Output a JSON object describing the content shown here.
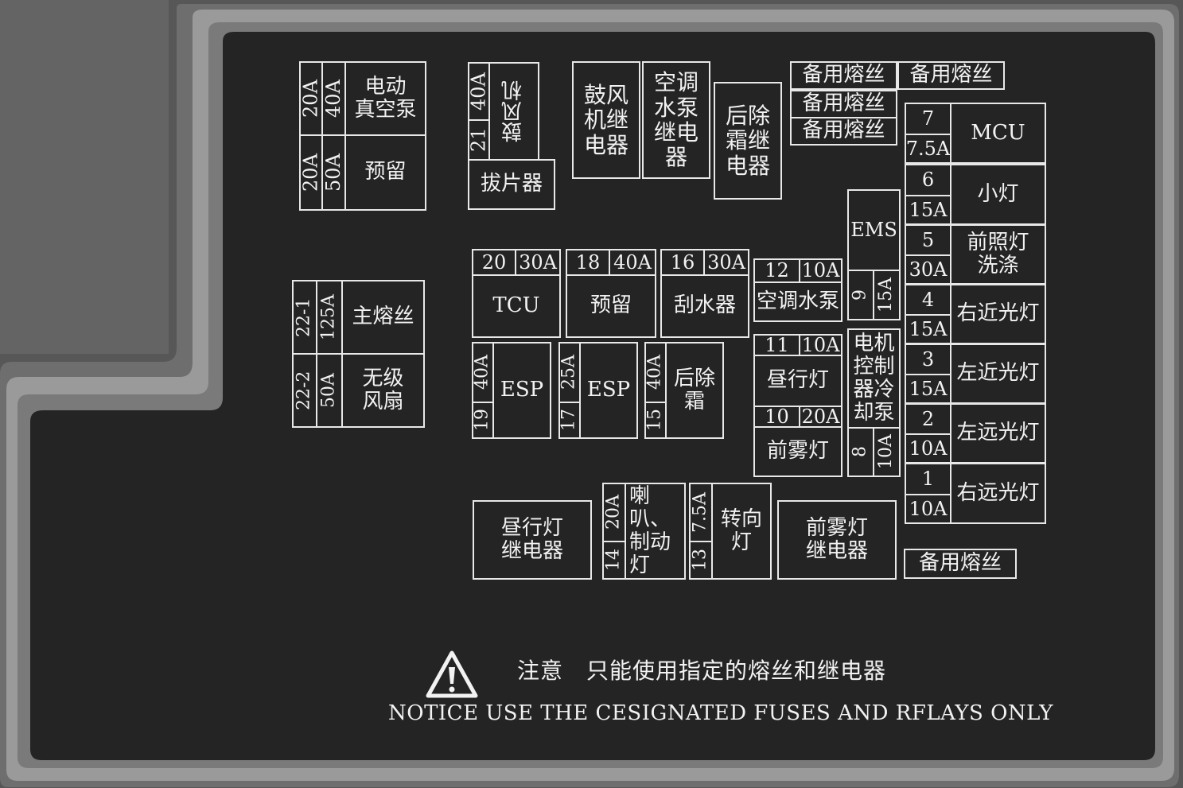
{
  "top_left": {
    "block1": {
      "amps_a": "20A",
      "amps_b": "40A",
      "name": "电动\n真空泵"
    },
    "block2": {
      "amps_a": "20A",
      "amps_b": "50A",
      "name": "预留"
    }
  },
  "blower": {
    "num": "21",
    "amps": "40A",
    "name": "鼓风机",
    "puller": "拔片器"
  },
  "relays_top": {
    "blower_relay": "鼓风\n机继\n电器",
    "ac_pump_relay": "空调\n水泵\n继电\n器",
    "defrost_relay": "后除\n霜继\n电器"
  },
  "spares_top": {
    "s1": "备用熔丝",
    "s2": "备用熔丝",
    "s3": "备用熔丝",
    "s4": "备用熔丝"
  },
  "right_column": [
    {
      "num": "7",
      "amps": "7.5A",
      "name": "MCU"
    },
    {
      "num": "6",
      "amps": "15A",
      "name": "小灯"
    },
    {
      "num": "5",
      "amps": "30A",
      "name": "前照灯\n洗涤"
    },
    {
      "num": "4",
      "amps": "15A",
      "name": "右近光灯"
    },
    {
      "num": "3",
      "amps": "15A",
      "name": "左近光灯"
    },
    {
      "num": "2",
      "amps": "10A",
      "name": "左远光灯"
    },
    {
      "num": "1",
      "amps": "10A",
      "name": "右远光灯"
    }
  ],
  "spare_bottom": "备用熔丝",
  "ems": {
    "name": "EMS",
    "num": "9",
    "amps": "15A"
  },
  "motor_pump": {
    "name": "电机\n控制\n器冷\n却泵",
    "num": "8",
    "amps": "10A"
  },
  "middle_row": [
    {
      "num": "20",
      "amps": "30A",
      "name": "TCU"
    },
    {
      "num": "18",
      "amps": "40A",
      "name": "预留"
    },
    {
      "num": "16",
      "amps": "30A",
      "name": "刮水器"
    }
  ],
  "ac_pump": {
    "num": "12",
    "amps": "10A",
    "name": "空调水泵"
  },
  "dtl": {
    "num": "11",
    "amps": "10A",
    "name": "昼行灯"
  },
  "front_fog": {
    "num": "10",
    "amps": "20A",
    "name": "前雾灯"
  },
  "esp_row": [
    {
      "num": "19",
      "amps": "40A",
      "name": "ESP"
    },
    {
      "num": "17",
      "amps": "25A",
      "name": "ESP"
    },
    {
      "num": "15",
      "amps": "40A",
      "name": "后除\n霜"
    }
  ],
  "main_fuse": {
    "num": "22-1",
    "amps": "125A",
    "name": "主熔丝"
  },
  "fan": {
    "num": "22-2",
    "amps": "50A",
    "name": "无级\n风扇"
  },
  "bottom_row": {
    "dtl_relay": "昼行灯\n继电器",
    "horn": {
      "num": "14",
      "amps": "20A",
      "name": "喇叭、\n制动\n灯"
    },
    "turn": {
      "num": "13",
      "amps": "7.5A",
      "name": "转向\n灯"
    },
    "fog_relay": "前雾灯\n继电器"
  },
  "notice": {
    "cn": "注意　只能使用指定的熔丝和继电器",
    "en": "NOTICE USE THE CESIGNATED FUSES AND RFLAYS ONLY"
  },
  "colors": {
    "panel": "#242424",
    "rim_light": "#9a9a9a",
    "rim_dark": "#6f6f6f",
    "outer": "#565656",
    "line": "#e8e8e8"
  }
}
